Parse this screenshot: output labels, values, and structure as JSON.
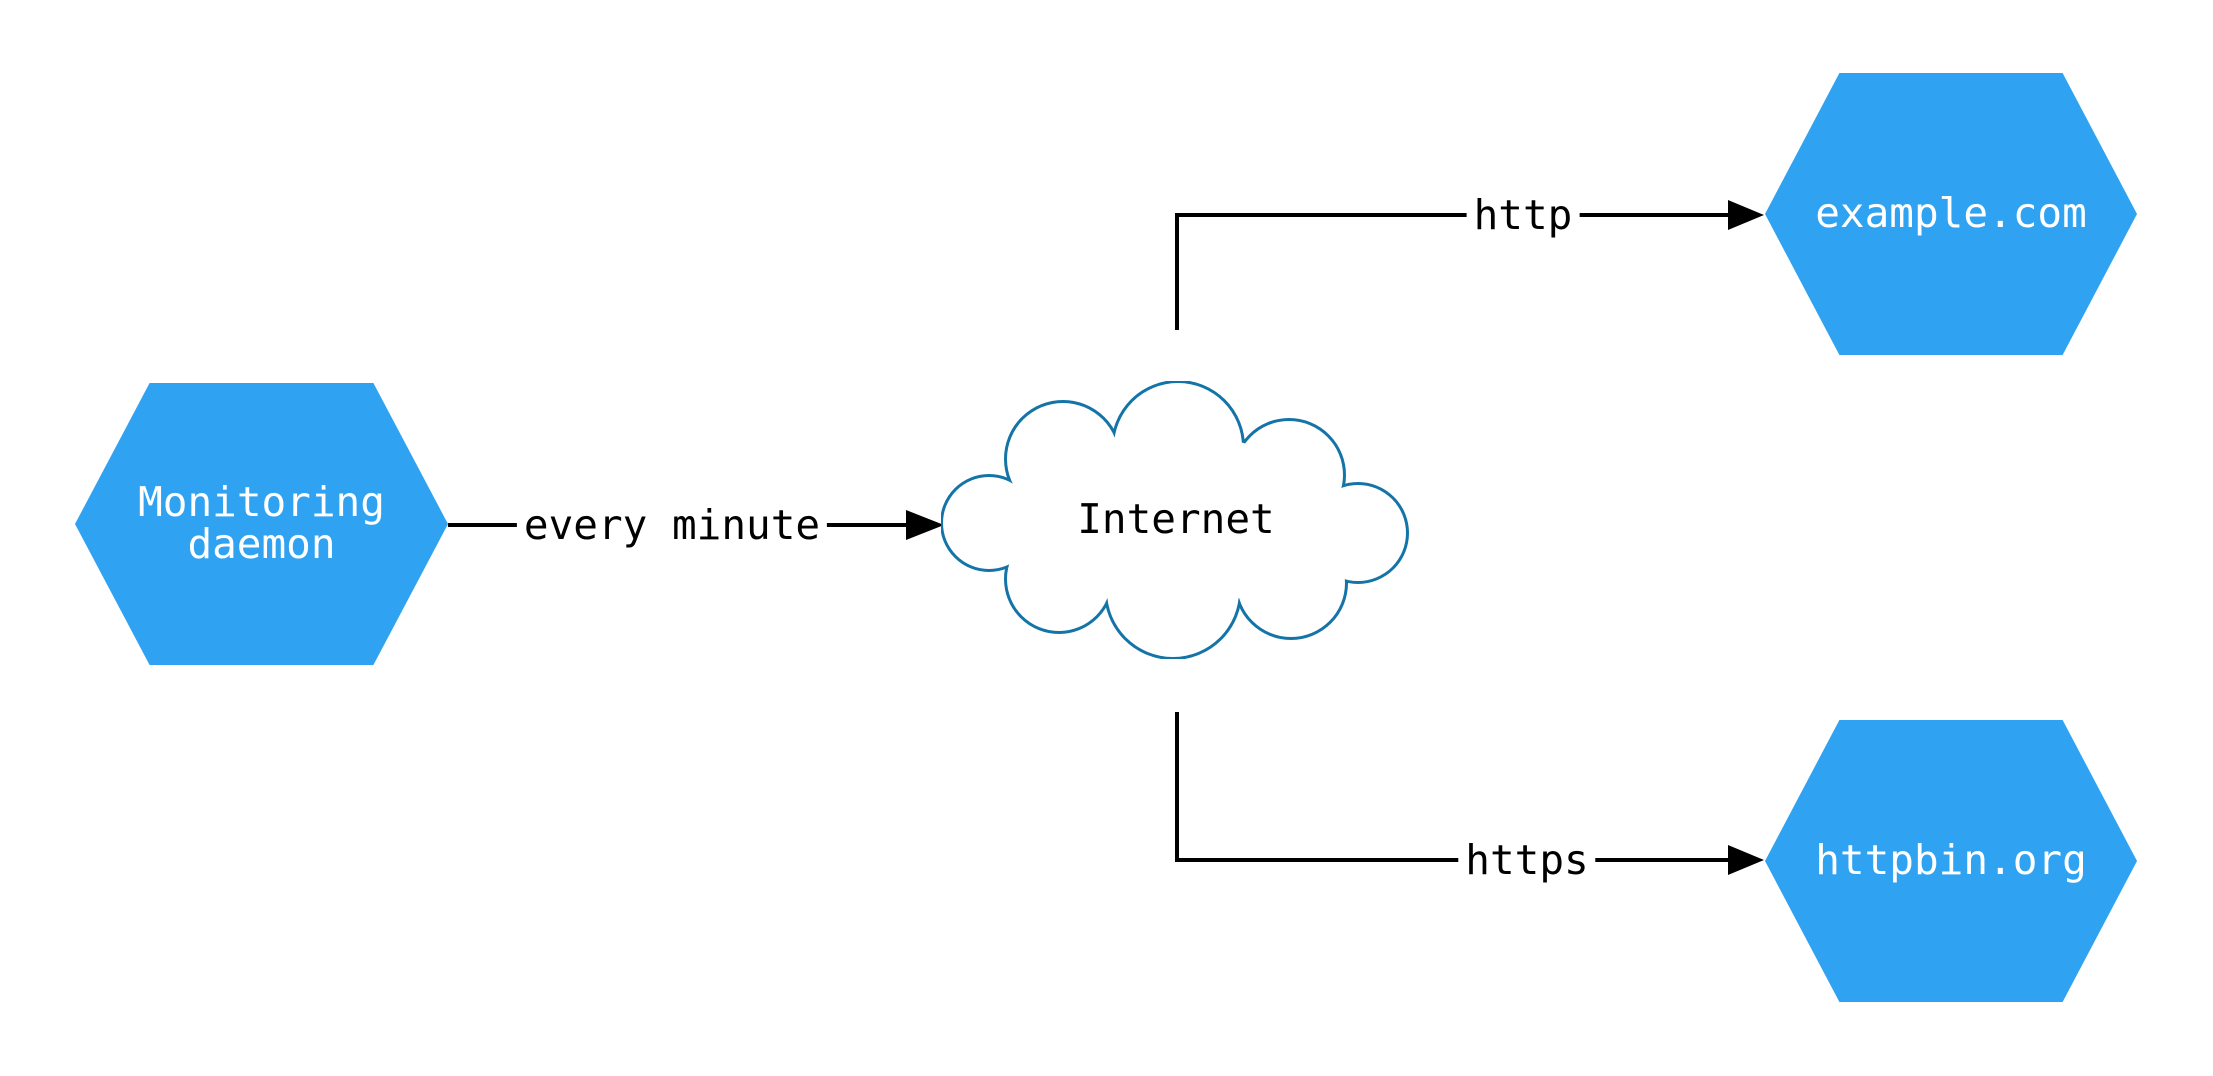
{
  "colors": {
    "background": "#FFFFFF",
    "hex_fill": "#2FA2F2",
    "hex_text": "#FFFFFF",
    "cloud_stroke": "#1474A8",
    "cloud_fill": "#FFFFFF",
    "edge_color": "#000000",
    "label_color": "#000000"
  },
  "nodes": {
    "monitoring_daemon": {
      "label": "Monitoring\ndaemon"
    },
    "internet": {
      "label": "Internet"
    },
    "example_com": {
      "label": "example.com"
    },
    "httpbin_org": {
      "label": "httpbin.org"
    }
  },
  "edges": {
    "monitoring_to_internet": {
      "label": "every minute"
    },
    "internet_to_example": {
      "label": "http"
    },
    "internet_to_httpbin": {
      "label": "https"
    }
  }
}
